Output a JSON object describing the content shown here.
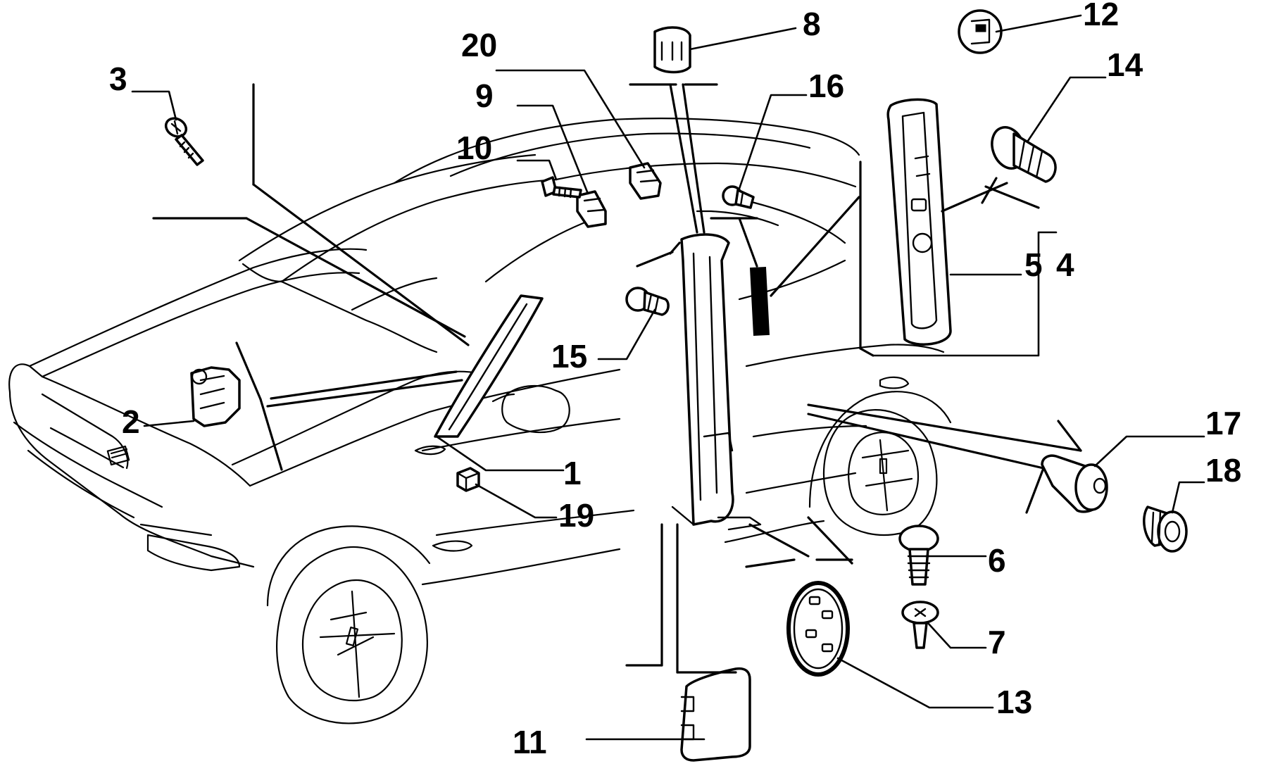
{
  "parts": [
    {
      "id": "1",
      "label": "1"
    },
    {
      "id": "2",
      "label": "2"
    },
    {
      "id": "3",
      "label": "3"
    },
    {
      "id": "4",
      "label": "4"
    },
    {
      "id": "5",
      "label": "5"
    },
    {
      "id": "6",
      "label": "6"
    },
    {
      "id": "7",
      "label": "7"
    },
    {
      "id": "8",
      "label": "8"
    },
    {
      "id": "9",
      "label": "9"
    },
    {
      "id": "10",
      "label": "10"
    },
    {
      "id": "11",
      "label": "11"
    },
    {
      "id": "12",
      "label": "12"
    },
    {
      "id": "13",
      "label": "13"
    },
    {
      "id": "14",
      "label": "14"
    },
    {
      "id": "15",
      "label": "15"
    },
    {
      "id": "16",
      "label": "16"
    },
    {
      "id": "17",
      "label": "17"
    },
    {
      "id": "18",
      "label": "18"
    },
    {
      "id": "19",
      "label": "19"
    },
    {
      "id": "20",
      "label": "20"
    }
  ],
  "colors": {
    "ink": "#000000",
    "paper": "#ffffff"
  }
}
